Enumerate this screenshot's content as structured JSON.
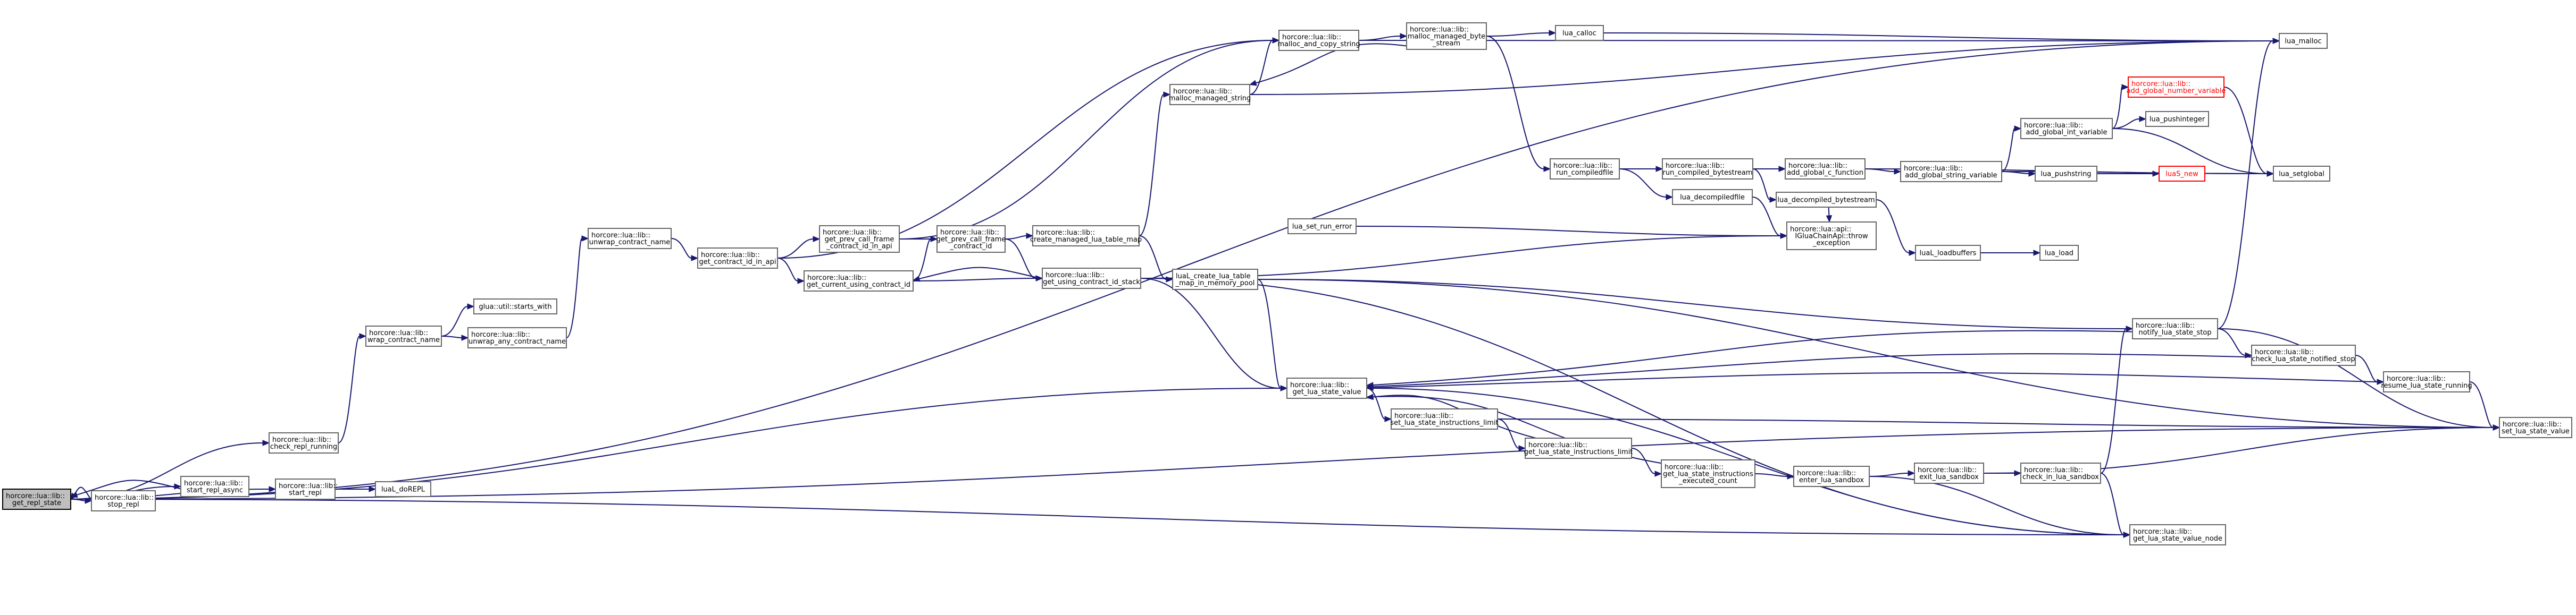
{
  "graph": {
    "edge_color": "#191970",
    "node_border_color": "#666666",
    "missing_node_color": "#ff0000",
    "selected_node_fill": "#bfbfbf",
    "nodes": [
      {
        "id": "get_repl_state",
        "lines": [
          "horcore::lua::lib::",
          "get_repl_state"
        ],
        "selected": true
      },
      {
        "id": "stop_repl",
        "lines": [
          "horcore::lua::lib::",
          "stop_repl"
        ]
      },
      {
        "id": "start_repl_async",
        "lines": [
          "horcore::lua::lib::",
          "start_repl_async"
        ]
      },
      {
        "id": "check_repl_running",
        "lines": [
          "horcore::lua::lib::",
          "check_repl_running"
        ]
      },
      {
        "id": "start_repl",
        "lines": [
          "horcore::lua::lib::",
          "start_repl"
        ]
      },
      {
        "id": "luaL_doREPL",
        "lines": [
          "luaL_doREPL"
        ]
      },
      {
        "id": "wrap_contract_name",
        "lines": [
          "horcore::lua::lib::",
          "wrap_contract_name"
        ]
      },
      {
        "id": "starts_with",
        "lines": [
          "glua::util::starts_with"
        ]
      },
      {
        "id": "unwrap_any_contract_name",
        "lines": [
          "horcore::lua::lib::",
          "unwrap_any_contract_name"
        ]
      },
      {
        "id": "unwrap_contract_name",
        "lines": [
          "horcore::lua::lib::",
          "unwrap_contract_name"
        ]
      },
      {
        "id": "get_contract_id_in_api",
        "lines": [
          "horcore::lua::lib::",
          "get_contract_id_in_api"
        ]
      },
      {
        "id": "get_prev_call_frame_contract_id_in_api",
        "lines": [
          "horcore::lua::lib::",
          "get_prev_call_frame",
          "_contract_id_in_api"
        ]
      },
      {
        "id": "get_current_using_contract_id",
        "lines": [
          "horcore::lua::lib::",
          "get_current_using_contract_id"
        ]
      },
      {
        "id": "get_prev_call_frame_contract_id",
        "lines": [
          "horcore::lua::lib::",
          "get_prev_call_frame",
          "_contract_id"
        ]
      },
      {
        "id": "create_managed_lua_table_map",
        "lines": [
          "horcore::lua::lib::",
          "create_managed_lua_table_map"
        ]
      },
      {
        "id": "get_using_contract_id_stack",
        "lines": [
          "horcore::lua::lib::",
          "get_using_contract_id_stack"
        ]
      },
      {
        "id": "malloc_and_copy_string",
        "lines": [
          "horcore::lua::lib::",
          "malloc_and_copy_string"
        ]
      },
      {
        "id": "malloc_managed_string",
        "lines": [
          "horcore::lua::lib::",
          "malloc_managed_string"
        ]
      },
      {
        "id": "malloc_managed_bytestream",
        "lines": [
          "horcore::lua::lib::",
          "malloc_managed_byte",
          "_stream"
        ]
      },
      {
        "id": "lua_calloc",
        "lines": [
          "lua_calloc"
        ]
      },
      {
        "id": "lua_malloc",
        "lines": [
          "lua_malloc"
        ]
      },
      {
        "id": "lua_set_run_error",
        "lines": [
          "lua_set_run_error"
        ]
      },
      {
        "id": "luaL_create_lua_table_map_in_memory_pool",
        "lines": [
          "luaL_create_lua_table",
          "_map_in_memory_pool"
        ]
      },
      {
        "id": "get_lua_state_value",
        "lines": [
          "horcore::lua::lib::",
          "get_lua_state_value"
        ]
      },
      {
        "id": "set_lua_state_instructions_limit",
        "lines": [
          "horcore::lua::lib::",
          "set_lua_state_instructions_limit"
        ]
      },
      {
        "id": "get_lua_state_instructions_limit",
        "lines": [
          "horcore::lua::lib::",
          "get_lua_state_instructions_limit"
        ]
      },
      {
        "id": "get_lua_state_instructions_executed_count",
        "lines": [
          "horcore::lua::lib::",
          "get_lua_state_instructions",
          "_executed_count"
        ]
      },
      {
        "id": "enter_lua_sandbox",
        "lines": [
          "horcore::lua::lib::",
          "enter_lua_sandbox"
        ]
      },
      {
        "id": "exit_lua_sandbox",
        "lines": [
          "horcore::lua::lib::",
          "exit_lua_sandbox"
        ]
      },
      {
        "id": "check_in_lua_sandbox",
        "lines": [
          "horcore::lua::lib::",
          "check_in_lua_sandbox"
        ]
      },
      {
        "id": "get_lua_state_value_node",
        "lines": [
          "horcore::lua::lib::",
          "get_lua_state_value_node"
        ]
      },
      {
        "id": "notify_lua_state_stop",
        "lines": [
          "horcore::lua::lib::",
          "notify_lua_state_stop"
        ]
      },
      {
        "id": "check_lua_state_notified_stop",
        "lines": [
          "horcore::lua::lib::",
          "check_lua_state_notified_stop"
        ]
      },
      {
        "id": "resume_lua_state_running",
        "lines": [
          "horcore::lua::lib::",
          "resume_lua_state_running"
        ]
      },
      {
        "id": "set_lua_state_value",
        "lines": [
          "horcore::lua::lib::",
          "set_lua_state_value"
        ]
      },
      {
        "id": "run_compiledfile",
        "lines": [
          "horcore::lua::lib::",
          "run_compiledfile"
        ]
      },
      {
        "id": "run_compiled_bytestream",
        "lines": [
          "horcore::lua::lib::",
          "run_compiled_bytestream"
        ]
      },
      {
        "id": "lua_decompiledfile",
        "lines": [
          "lua_decompiledfile"
        ]
      },
      {
        "id": "add_global_c_function",
        "lines": [
          "horcore::lua::lib::",
          "add_global_c_function"
        ]
      },
      {
        "id": "lua_decompiled_bytestream",
        "lines": [
          "lua_decompiled_bytestream"
        ]
      },
      {
        "id": "throw_exception",
        "lines": [
          "horcore::lua::api::",
          "IGluaChainApi::throw",
          "_exception"
        ]
      },
      {
        "id": "luaL_loadbuffers",
        "lines": [
          "luaL_loadbuffers"
        ]
      },
      {
        "id": "lua_load",
        "lines": [
          "lua_load"
        ]
      },
      {
        "id": "add_global_string_variable",
        "lines": [
          "horcore::lua::lib::",
          "add_global_string_variable"
        ]
      },
      {
        "id": "add_global_int_variable",
        "lines": [
          "horcore::lua::lib::",
          "add_global_int_variable"
        ]
      },
      {
        "id": "add_global_number_variable",
        "lines": [
          "horcore::lua::lib::",
          "add_global_number_variable"
        ],
        "missing": true
      },
      {
        "id": "lua_pushinteger",
        "lines": [
          "lua_pushinteger"
        ]
      },
      {
        "id": "lua_pushstring",
        "lines": [
          "lua_pushstring"
        ]
      },
      {
        "id": "luaS_new",
        "lines": [
          "luaS_new"
        ],
        "missing": true
      },
      {
        "id": "lua_setglobal",
        "lines": [
          "lua_setglobal"
        ]
      }
    ],
    "edges": [
      [
        "get_repl_state",
        "stop_repl"
      ],
      [
        "get_repl_state",
        "start_repl_async"
      ],
      [
        "get_repl_state",
        "check_repl_running"
      ],
      [
        "get_repl_state",
        "start_repl"
      ],
      [
        "get_repl_state",
        "get_lua_state_value"
      ],
      [
        "get_repl_state",
        "set_lua_state_value"
      ],
      [
        "get_repl_state",
        "get_lua_state_value_node"
      ],
      [
        "get_repl_state",
        "lua_malloc"
      ],
      [
        "stop_repl",
        "get_repl_state"
      ],
      [
        "start_repl_async",
        "get_repl_state"
      ],
      [
        "start_repl",
        "luaL_doREPL"
      ],
      [
        "check_repl_running",
        "wrap_contract_name"
      ],
      [
        "wrap_contract_name",
        "starts_with"
      ],
      [
        "wrap_contract_name",
        "unwrap_any_contract_name"
      ],
      [
        "unwrap_any_contract_name",
        "unwrap_contract_name"
      ],
      [
        "unwrap_contract_name",
        "get_contract_id_in_api"
      ],
      [
        "get_contract_id_in_api",
        "get_prev_call_frame_contract_id_in_api"
      ],
      [
        "get_contract_id_in_api",
        "get_current_using_contract_id"
      ],
      [
        "get_contract_id_in_api",
        "malloc_and_copy_string"
      ],
      [
        "get_prev_call_frame_contract_id_in_api",
        "get_prev_call_frame_contract_id"
      ],
      [
        "get_prev_call_frame_contract_id_in_api",
        "malloc_and_copy_string"
      ],
      [
        "get_current_using_contract_id",
        "get_using_contract_id_stack"
      ],
      [
        "get_current_using_contract_id",
        "get_prev_call_frame_contract_id"
      ],
      [
        "get_prev_call_frame_contract_id",
        "create_managed_lua_table_map"
      ],
      [
        "get_prev_call_frame_contract_id",
        "get_using_contract_id_stack"
      ],
      [
        "get_using_contract_id_stack",
        "get_current_using_contract_id"
      ],
      [
        "get_using_contract_id_stack",
        "get_lua_state_value"
      ],
      [
        "get_using_contract_id_stack",
        "get_lua_state_value_node"
      ],
      [
        "get_using_contract_id_stack",
        "throw_exception"
      ],
      [
        "create_managed_lua_table_map",
        "malloc_managed_string"
      ],
      [
        "create_managed_lua_table_map",
        "luaL_create_lua_table_map_in_memory_pool"
      ],
      [
        "malloc_managed_string",
        "malloc_and_copy_string"
      ],
      [
        "malloc_managed_string",
        "lua_malloc"
      ],
      [
        "malloc_and_copy_string",
        "malloc_managed_bytestream"
      ],
      [
        "malloc_and_copy_string",
        "lua_malloc"
      ],
      [
        "malloc_managed_bytestream",
        "malloc_managed_string"
      ],
      [
        "malloc_managed_bytestream",
        "lua_calloc"
      ],
      [
        "malloc_managed_bytestream",
        "run_compiledfile"
      ],
      [
        "lua_calloc",
        "lua_malloc"
      ],
      [
        "lua_set_run_error",
        "throw_exception"
      ],
      [
        "luaL_create_lua_table_map_in_memory_pool",
        "get_lua_state_value"
      ],
      [
        "luaL_create_lua_table_map_in_memory_pool",
        "notify_lua_state_stop"
      ],
      [
        "luaL_create_lua_table_map_in_memory_pool",
        "set_lua_state_value"
      ],
      [
        "get_lua_state_value",
        "set_lua_state_instructions_limit"
      ],
      [
        "get_lua_state_value",
        "get_lua_state_value_node"
      ],
      [
        "set_lua_state_instructions_limit",
        "get_lua_state_instructions_limit"
      ],
      [
        "set_lua_state_instructions_limit",
        "set_lua_state_value"
      ],
      [
        "get_lua_state_instructions_limit",
        "get_lua_state_instructions_executed_count"
      ],
      [
        "get_lua_state_instructions_limit",
        "get_lua_state_value"
      ],
      [
        "get_lua_state_instructions_executed_count",
        "enter_lua_sandbox"
      ],
      [
        "get_lua_state_instructions_executed_count",
        "get_lua_state_value"
      ],
      [
        "enter_lua_sandbox",
        "exit_lua_sandbox"
      ],
      [
        "enter_lua_sandbox",
        "get_lua_state_value_node"
      ],
      [
        "exit_lua_sandbox",
        "check_in_lua_sandbox"
      ],
      [
        "exit_lua_sandbox",
        "set_lua_state_value"
      ],
      [
        "check_in_lua_sandbox",
        "notify_lua_state_stop"
      ],
      [
        "check_in_lua_sandbox",
        "get_lua_state_value_node"
      ],
      [
        "notify_lua_state_stop",
        "lua_malloc"
      ],
      [
        "notify_lua_state_stop",
        "check_lua_state_notified_stop"
      ],
      [
        "notify_lua_state_stop",
        "get_lua_state_value"
      ],
      [
        "notify_lua_state_stop",
        "set_lua_state_value"
      ],
      [
        "check_lua_state_notified_stop",
        "resume_lua_state_running"
      ],
      [
        "check_lua_state_notified_stop",
        "get_lua_state_value"
      ],
      [
        "resume_lua_state_running",
        "get_lua_state_value"
      ],
      [
        "resume_lua_state_running",
        "set_lua_state_value"
      ],
      [
        "run_compiledfile",
        "run_compiled_bytestream"
      ],
      [
        "run_compiledfile",
        "lua_decompiledfile"
      ],
      [
        "run_compiled_bytestream",
        "add_global_c_function"
      ],
      [
        "run_compiled_bytestream",
        "lua_decompiled_bytestream"
      ],
      [
        "lua_decompiledfile",
        "throw_exception"
      ],
      [
        "add_global_c_function",
        "add_global_string_variable"
      ],
      [
        "add_global_c_function",
        "lua_setglobal"
      ],
      [
        "lua_decompiled_bytestream",
        "throw_exception"
      ],
      [
        "lua_decompiled_bytestream",
        "luaL_loadbuffers"
      ],
      [
        "luaL_loadbuffers",
        "lua_load"
      ],
      [
        "add_global_string_variable",
        "add_global_int_variable"
      ],
      [
        "add_global_string_variable",
        "lua_pushstring"
      ],
      [
        "add_global_string_variable",
        "lua_setglobal"
      ],
      [
        "add_global_int_variable",
        "add_global_number_variable"
      ],
      [
        "add_global_int_variable",
        "lua_pushinteger"
      ],
      [
        "add_global_int_variable",
        "lua_setglobal"
      ],
      [
        "add_global_number_variable",
        "lua_setglobal"
      ],
      [
        "lua_pushstring",
        "luaS_new"
      ]
    ]
  }
}
